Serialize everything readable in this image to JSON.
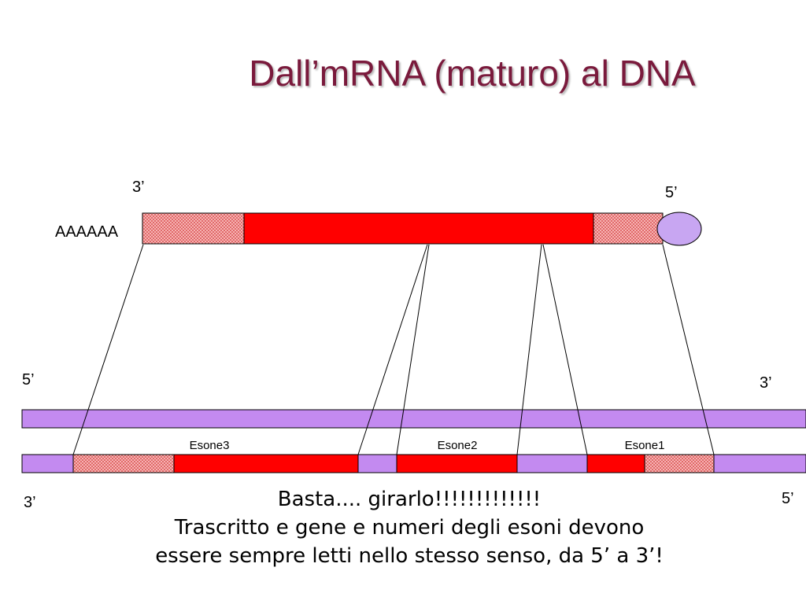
{
  "slide": {
    "title": "Dall’mRNA (maturo) al DNA",
    "caption": [
      "Basta.... girarlo!!!!!!!!!!!!!",
      "Trascritto e gene e numeri degli esoni devono",
      "essere sempre letti nello stesso senso, da 5’ a 3’!"
    ]
  },
  "mrna": {
    "label_3prime": "3’",
    "label_5prime": "5’",
    "polyA": "AAAAAA"
  },
  "dna": {
    "top_left_end": "5’",
    "top_right_end": "3’",
    "bottom_left_end": "3’",
    "bottom_right_end": "5’",
    "exons": [
      "Esone3",
      "Esone2",
      "Esone1"
    ]
  },
  "colors": {
    "title": "#7a1a3c",
    "exon_coding": "#ff0000",
    "exon_utr": "#f5a0a0",
    "dna_strand": "#c38af0",
    "cap": "#c8a6f2"
  }
}
